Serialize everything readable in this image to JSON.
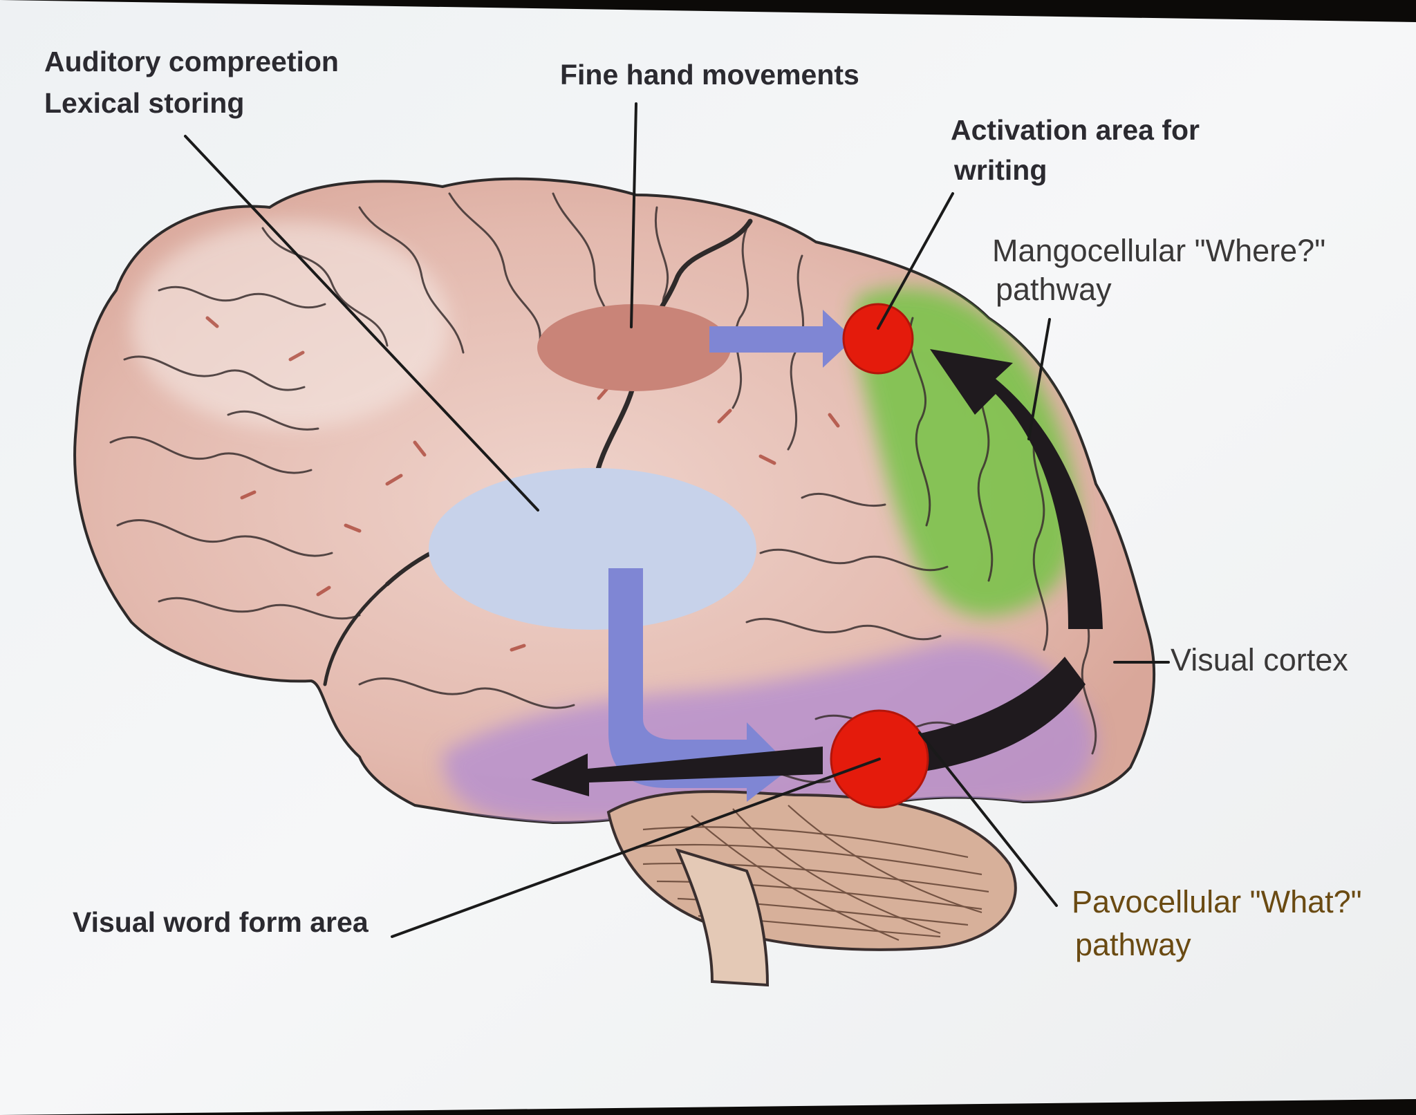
{
  "labels": {
    "auditory_line1": "Auditory compreetion",
    "auditory_line2": "Lexical storing",
    "fine_hand": "Fine hand movements",
    "activation_line1": "Activation area for",
    "activation_line2": "writing",
    "mango_line1": "Mangocellular \"Where?\"",
    "mango_line2": "pathway",
    "visual_cortex": "Visual cortex",
    "visual_word": "Visual word form area",
    "pavo_line1": "Pavocellular \"What?\"",
    "pavo_line2": "pathway"
  },
  "colors": {
    "slide_background": "#f4f5f6",
    "brain_tissue": "#e6c2b8",
    "brain_outline": "#2e2a2a",
    "fine_hand_region": "#c98478",
    "auditory_region": "#c7d2ea",
    "activation_spot": "#e41b0c",
    "where_pathway_region": "#6cc43e",
    "what_pathway_region": "#b58fd0",
    "blue_arrow": "#7f86d4",
    "dark_arrow": "#1f1a1e",
    "cerebellum": "#b78a70"
  }
}
